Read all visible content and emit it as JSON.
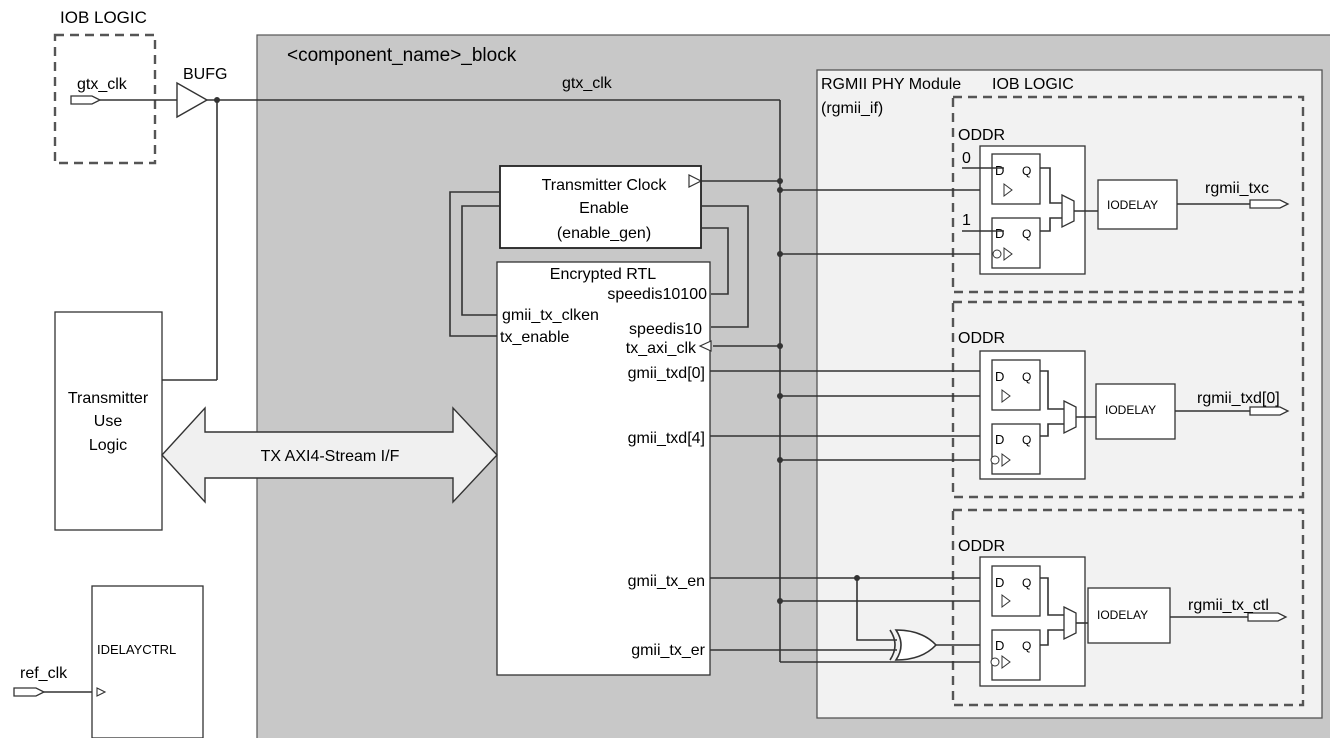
{
  "labels": {
    "iob_logic_top": "IOB LOGIC",
    "gtx_clk_in": "gtx_clk",
    "bufg": "BUFG",
    "block_title": "<component_name>_block",
    "gtx_clk_net": "gtx_clk",
    "rgmii_module": "RGMII PHY Module",
    "rgmii_instance": "(rgmii_if)",
    "iob_logic_right": "IOB LOGIC",
    "tx_clock_enable": [
      "Transmitter Clock",
      "Enable",
      "(enable_gen)"
    ],
    "encrypted_rtl": "Encrypted RTL",
    "speedis10100": "speedis10100",
    "gmii_tx_clken": "gmii_tx_clken",
    "speedis10": "speedis10",
    "tx_enable": "tx_enable",
    "tx_axi_clk": "tx_axi_clk",
    "gmii_txd0": "gmii_txd[0]",
    "gmii_txd4": "gmii_txd[4]",
    "gmii_tx_en": "gmii_tx_en",
    "gmii_tx_er": "gmii_tx_er",
    "tx_user_logic": [
      "Transmitter",
      "Use",
      "Logic"
    ],
    "axi_stream": "TX AXI4-Stream I/F",
    "idelayctrl": "IDELAYCTRL",
    "ref_clk": "ref_clk",
    "oddr": "ODDR",
    "iodelay": "IODELAY",
    "d": "D",
    "q": "Q",
    "const0": "0",
    "const1": "1",
    "rgmii_txc": "rgmii_txc",
    "rgmii_txd0": "rgmii_txd[0]",
    "rgmii_tx_ctl": "rgmii_tx_ctl"
  },
  "colors": {
    "block_fill": "#c8c8c8",
    "module_fill": "#f2f2f2",
    "wire": "#333333",
    "arrow_fill": "#f0f0f0"
  }
}
